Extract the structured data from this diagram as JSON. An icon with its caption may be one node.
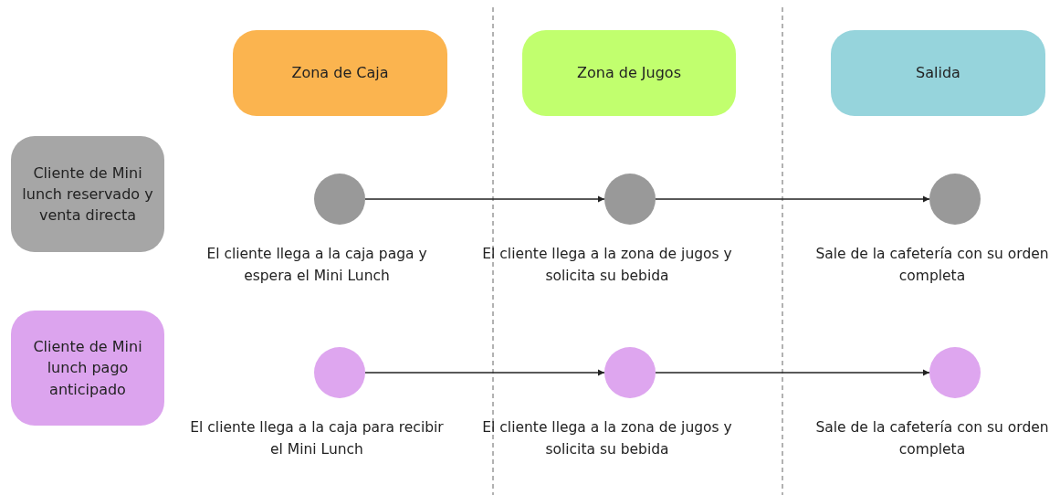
{
  "diagram": {
    "nodes": [
      {
        "text": [
          "Zona de Caja"
        ]
      },
      {
        "text": [
          "Zona de Jugos"
        ]
      },
      {
        "text": [
          "Salida"
        ]
      },
      {
        "text": [
          "Cliente de Mini lunch reservado y venta directa"
        ]
      },
      {
        "text": [
          "Cliente de Mini lunch pago anticipado"
        ]
      },
      {
        "text": [],
        "shape": "circle",
        "beside": [
          "El cliente llega a la caja paga y espera el Mini Lunch"
        ]
      },
      {
        "text": [],
        "shape": "circle",
        "beside": [
          "El cliente llega a la zona de jugos y solicita su bebida"
        ]
      },
      {
        "text": [],
        "shape": "circle",
        "beside": [
          "Sale de la cafetería con su orden completa"
        ]
      },
      {
        "text": [],
        "shape": "circle",
        "beside": [
          "El cliente llega a la caja para recibir el Mini Lunch"
        ]
      },
      {
        "text": [],
        "shape": "circle",
        "beside": [
          "El cliente llega a la zona de jugos y solicita su bebida"
        ]
      },
      {
        "text": [],
        "shape": "circle",
        "beside": [
          "Sale de la cafetería con su orden completa"
        ]
      }
    ],
    "edges": [
      {
        "from": 5,
        "to": 6,
        "arrow": "to"
      },
      {
        "from": 6,
        "to": 7,
        "arrow": "to"
      },
      {
        "from": 8,
        "to": 9,
        "arrow": "to"
      },
      {
        "from": 9,
        "to": 10,
        "arrow": "to"
      }
    ]
  }
}
